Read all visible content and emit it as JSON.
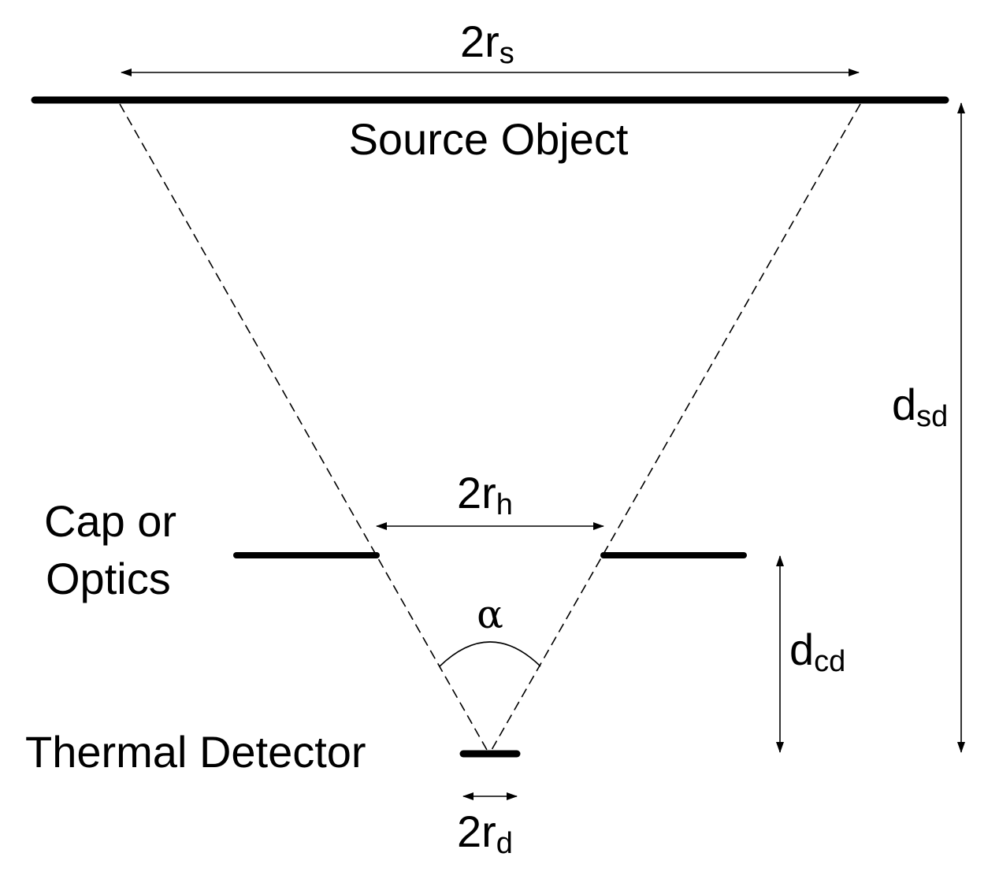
{
  "labels": {
    "source_width": {
      "main": "2r",
      "sub": "s"
    },
    "source_object": "Source Object",
    "source_detector_distance": {
      "main": "d",
      "sub": "sd"
    },
    "aperture_width": {
      "main": "2r",
      "sub": "h"
    },
    "cap_line1": "Cap or",
    "cap_line2": "Optics",
    "angle": "α",
    "cap_detector_distance": {
      "main": "d",
      "sub": "cd"
    },
    "thermal_detector": "Thermal Detector",
    "detector_width": {
      "main": "2r",
      "sub": "d"
    }
  },
  "colors": {
    "ink": "#000000",
    "background": "#ffffff"
  }
}
